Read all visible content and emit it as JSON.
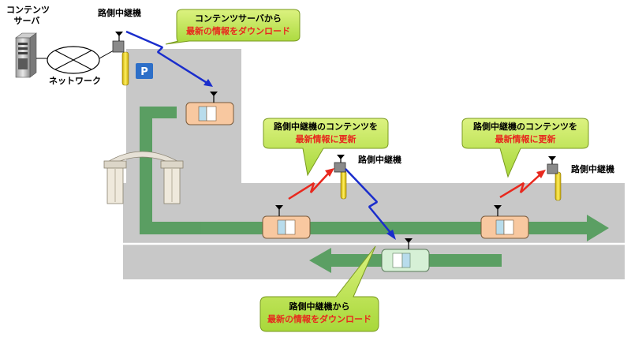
{
  "labels": {
    "content_server": [
      "コンテンツ",
      "サーバ"
    ],
    "network": "ネットワーク",
    "roadside_relay_top": "路側中継機",
    "roadside_relay_mid": "路側中継機",
    "roadside_relay_right": "路側中継機",
    "parking_sign": "P"
  },
  "callouts": {
    "top": {
      "line1": "コンテンツサーバから",
      "line2": "最新の情報をダウンロード"
    },
    "mid": {
      "line1": "路側中継機のコンテンツを",
      "line2": "最新情報に更新"
    },
    "right": {
      "line1": "路側中継機のコンテンツを",
      "line2": "最新情報に更新"
    },
    "bottom": {
      "line1": "路側中継機から",
      "line2": "最新の情報をダウンロード"
    }
  },
  "colors": {
    "road": "#c8c8c8",
    "road_line": "#ffffff",
    "route_arrow": "#4f9a58",
    "callout_fill": "#b4e048",
    "car_orange": "#f8c8a0",
    "car_green": "#d6f0d6",
    "car_window": "#b8dcec",
    "pole": "#f0d020",
    "wireless_blue": "#1a2dcc",
    "wireless_red": "#e8281e",
    "parking_blue": "#2d6fc8"
  }
}
